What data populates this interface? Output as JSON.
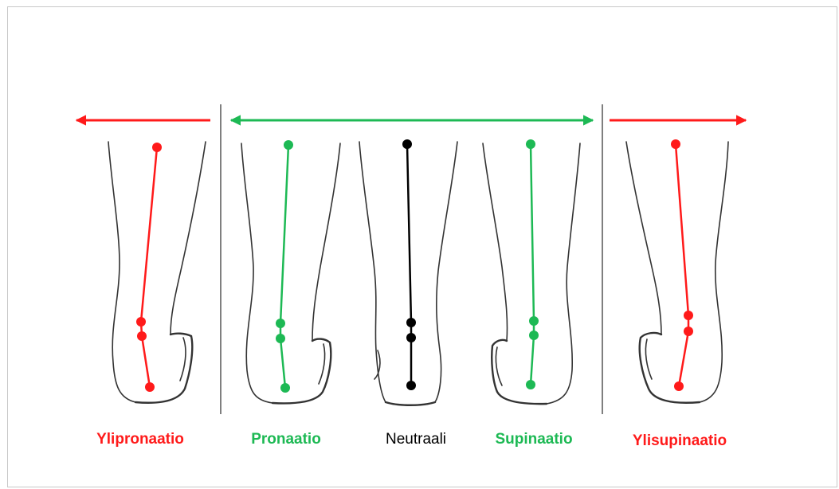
{
  "colors": {
    "over": "#ff1a1a",
    "normal": "#1db954",
    "neutral": "#000000",
    "outline": "#333333",
    "divider": "#7f7f7f"
  },
  "labels": {
    "overpronation": "Ylipronaatio",
    "pronation": "Pronaatio",
    "neutral": "Neutraali",
    "supination": "Supinaatio",
    "oversupination": "Ylisupinaatio"
  }
}
